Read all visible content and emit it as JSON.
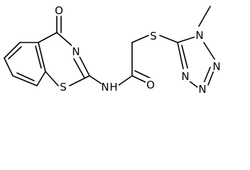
{
  "molecule": {
    "atoms": {
      "oxo_carbonyl": "O",
      "thiazine_n": "N",
      "thiazine_s": "S",
      "amide_n": "N",
      "amide_h": "H",
      "amide_o": "O",
      "thioether_s": "S",
      "tetrazole_n1": "N",
      "tetrazole_n2": "N",
      "tetrazole_n3": "N",
      "tetrazole_n4": "N"
    }
  },
  "colors": {
    "bond": "#000000",
    "label": "#000000",
    "background": "#ffffff"
  }
}
